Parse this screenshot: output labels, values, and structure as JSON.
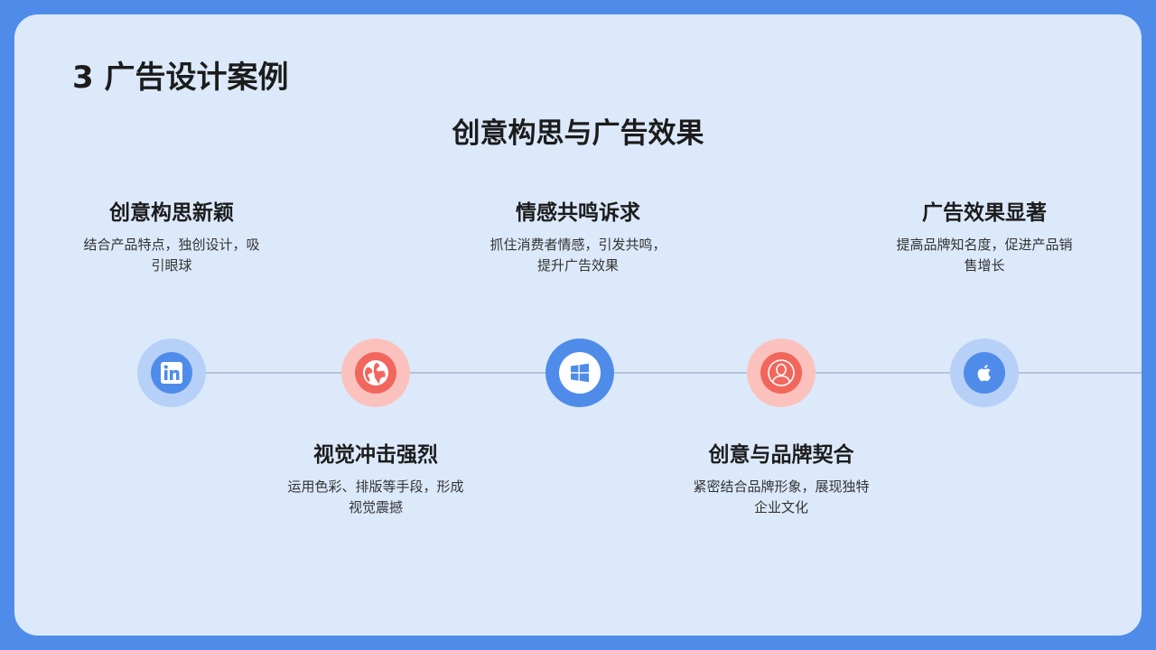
{
  "header": {
    "section_title": "3 广告设计案例",
    "subtitle": "创意构思与广告效果"
  },
  "colors": {
    "background": "#4f8cea",
    "card": "#dce9fb",
    "accent_blue": "#4f8cea",
    "accent_red": "#f2675d"
  },
  "timeline": {
    "items": [
      {
        "title": "创意构思新颖",
        "desc": "结合产品特点，独创设计，吸引眼球",
        "icon": "linkedin-icon"
      },
      {
        "title": "视觉冲击强烈",
        "desc": "运用色彩、排版等手段，形成视觉震撼",
        "icon": "globe-icon"
      },
      {
        "title": "情感共鸣诉求",
        "desc": "抓住消费者情感，引发共鸣，提升广告效果",
        "icon": "windows-icon"
      },
      {
        "title": "创意与品牌契合",
        "desc": "紧密结合品牌形象，展现独特企业文化",
        "icon": "user-icon"
      },
      {
        "title": "广告效果显著",
        "desc": "提高品牌知名度，促进产品销售增长",
        "icon": "apple-icon"
      }
    ]
  }
}
